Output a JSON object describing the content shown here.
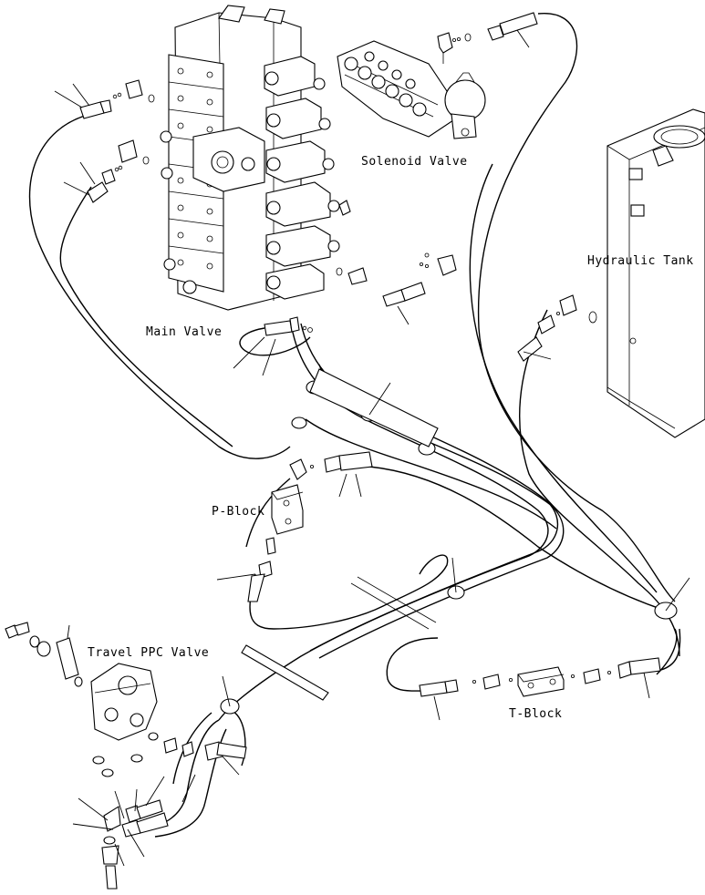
{
  "labels": {
    "solenoid_valve": "Solenoid Valve",
    "hydraulic_tank": "Hydraulic Tank",
    "main_valve": "Main Valve",
    "p_block": "P-Block",
    "travel_ppc_valve": "Travel PPC Valve",
    "t_block": "T-Block"
  }
}
